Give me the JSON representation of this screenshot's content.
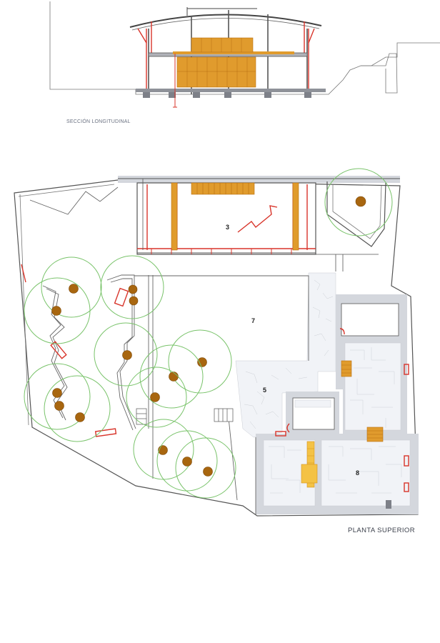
{
  "section_title": "SECCIÓN LONGITUDINAL",
  "plan_title": "PLANTA SUPERIOR",
  "room_labels": [
    {
      "id": "r3",
      "text": "3"
    },
    {
      "id": "r7",
      "text": "7"
    },
    {
      "id": "r5",
      "text": "5"
    },
    {
      "id": "r8",
      "text": "8"
    }
  ],
  "colors": {
    "structure": "#d8342a",
    "wood": "#e09b2d",
    "tree_canopy": "#79c36a",
    "tree_trunk": "#a8660f",
    "stone_wall": "#d4d7dd",
    "line": "#555555"
  }
}
